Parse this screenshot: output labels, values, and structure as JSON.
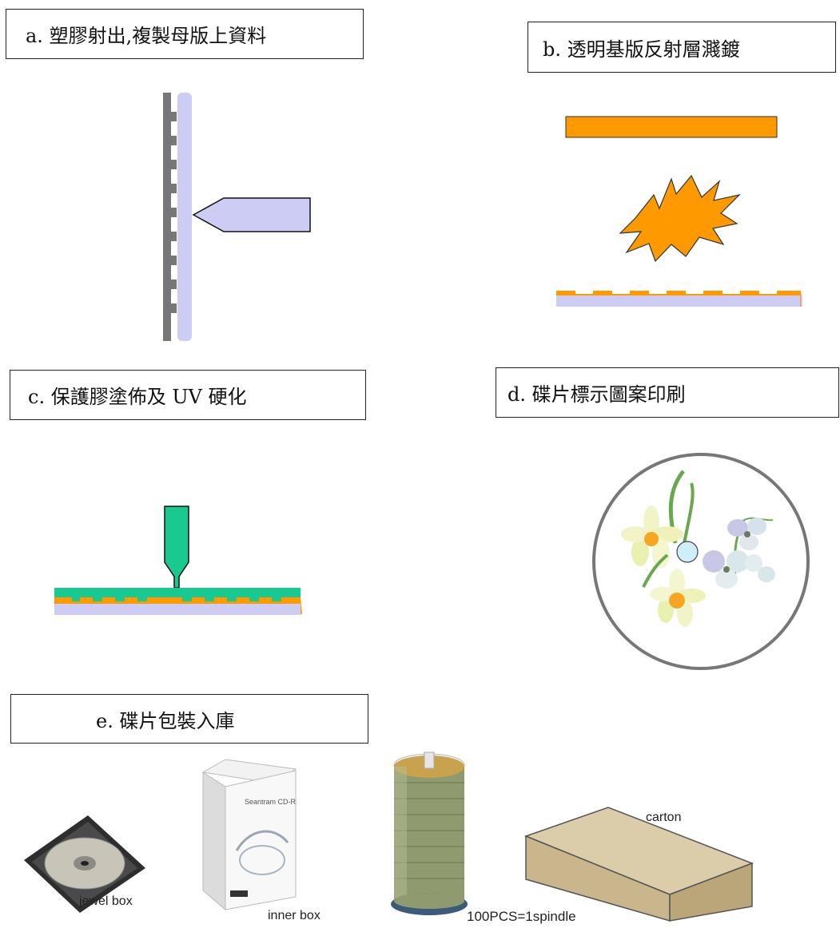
{
  "steps": {
    "a": "a. 塑膠射出,複製母版上資料",
    "b": "b. 透明基版反射層濺鍍",
    "c": "c. 保護膠塗佈及 UV 硬化",
    "d": "d. 碟片標示圖案印刷",
    "e": "e. 碟片包裝入庫"
  },
  "packaging": {
    "jewel_box": "jewel box",
    "inner_box": "inner box",
    "spindle": "100PCS=1spindle",
    "carton": "carton",
    "inner_box_print": "Seantram CD-R"
  },
  "colors": {
    "disc_substrate": "#ccccf5",
    "stamper": "#777777",
    "reflective_layer": "#ff9900",
    "protective_coat": "#1ac98f",
    "carton": "#d9c9a8",
    "label_circle": "#777777"
  }
}
